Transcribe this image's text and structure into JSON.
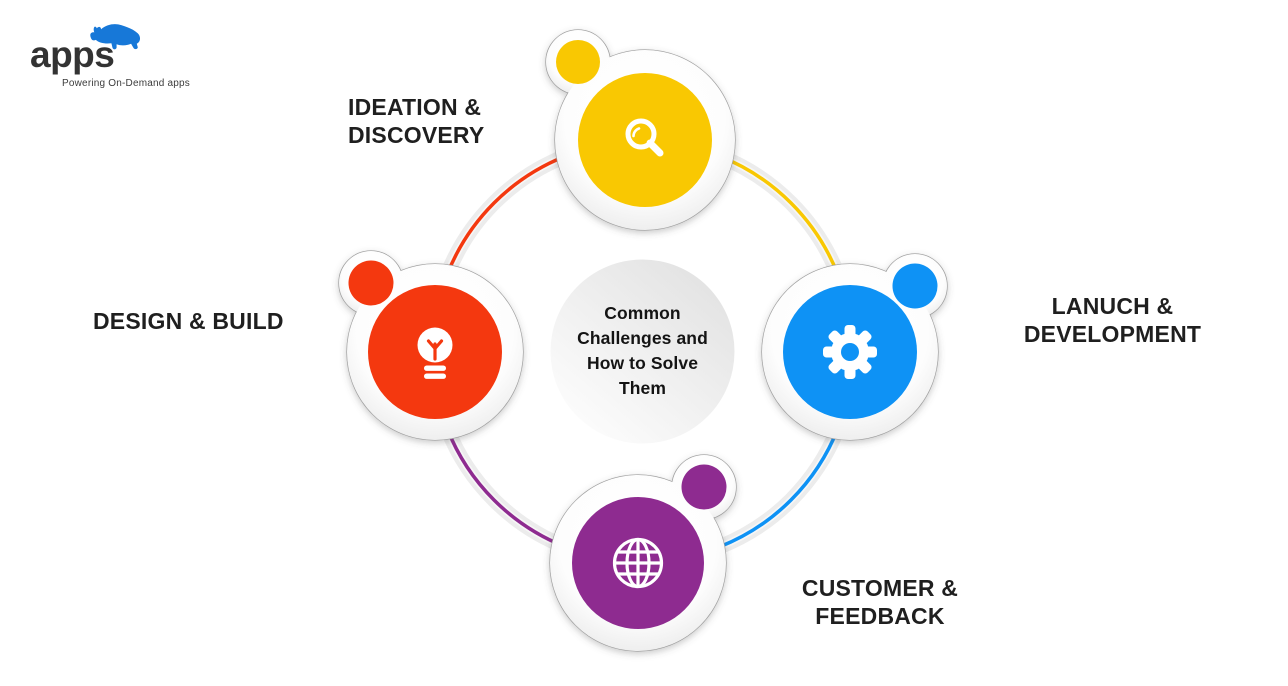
{
  "colors": {
    "yellow": "#F9C802",
    "red": "#F4380F",
    "blue": "#0E92F5",
    "purple": "#8E2B90",
    "logo_blue": "#1778D8",
    "band_gray": "#ECECEC",
    "label_text": "#1F1F1F"
  },
  "logo": {
    "brand": "apps",
    "tagline": "Powering On-Demand apps"
  },
  "center": {
    "title": "Common\nChallenges and\nHow to Solve\nThem"
  },
  "nodes": [
    {
      "id": "ideation-discovery",
      "label": "IDEATION &\nDISCOVERY",
      "icon": "magnifier-icon",
      "color": "yellow",
      "position": "top"
    },
    {
      "id": "design-build",
      "label": "DESIGN & BUILD",
      "icon": "lightbulb-icon",
      "color": "red",
      "position": "left"
    },
    {
      "id": "launch-development",
      "label": "LANUCH &\nDEVELOPMENT",
      "icon": "gear-icon",
      "color": "blue",
      "position": "right"
    },
    {
      "id": "customer-feedback",
      "label": "CUSTOMER &\nFEEDBACK",
      "icon": "globe-icon",
      "color": "purple",
      "position": "bottom"
    }
  ]
}
